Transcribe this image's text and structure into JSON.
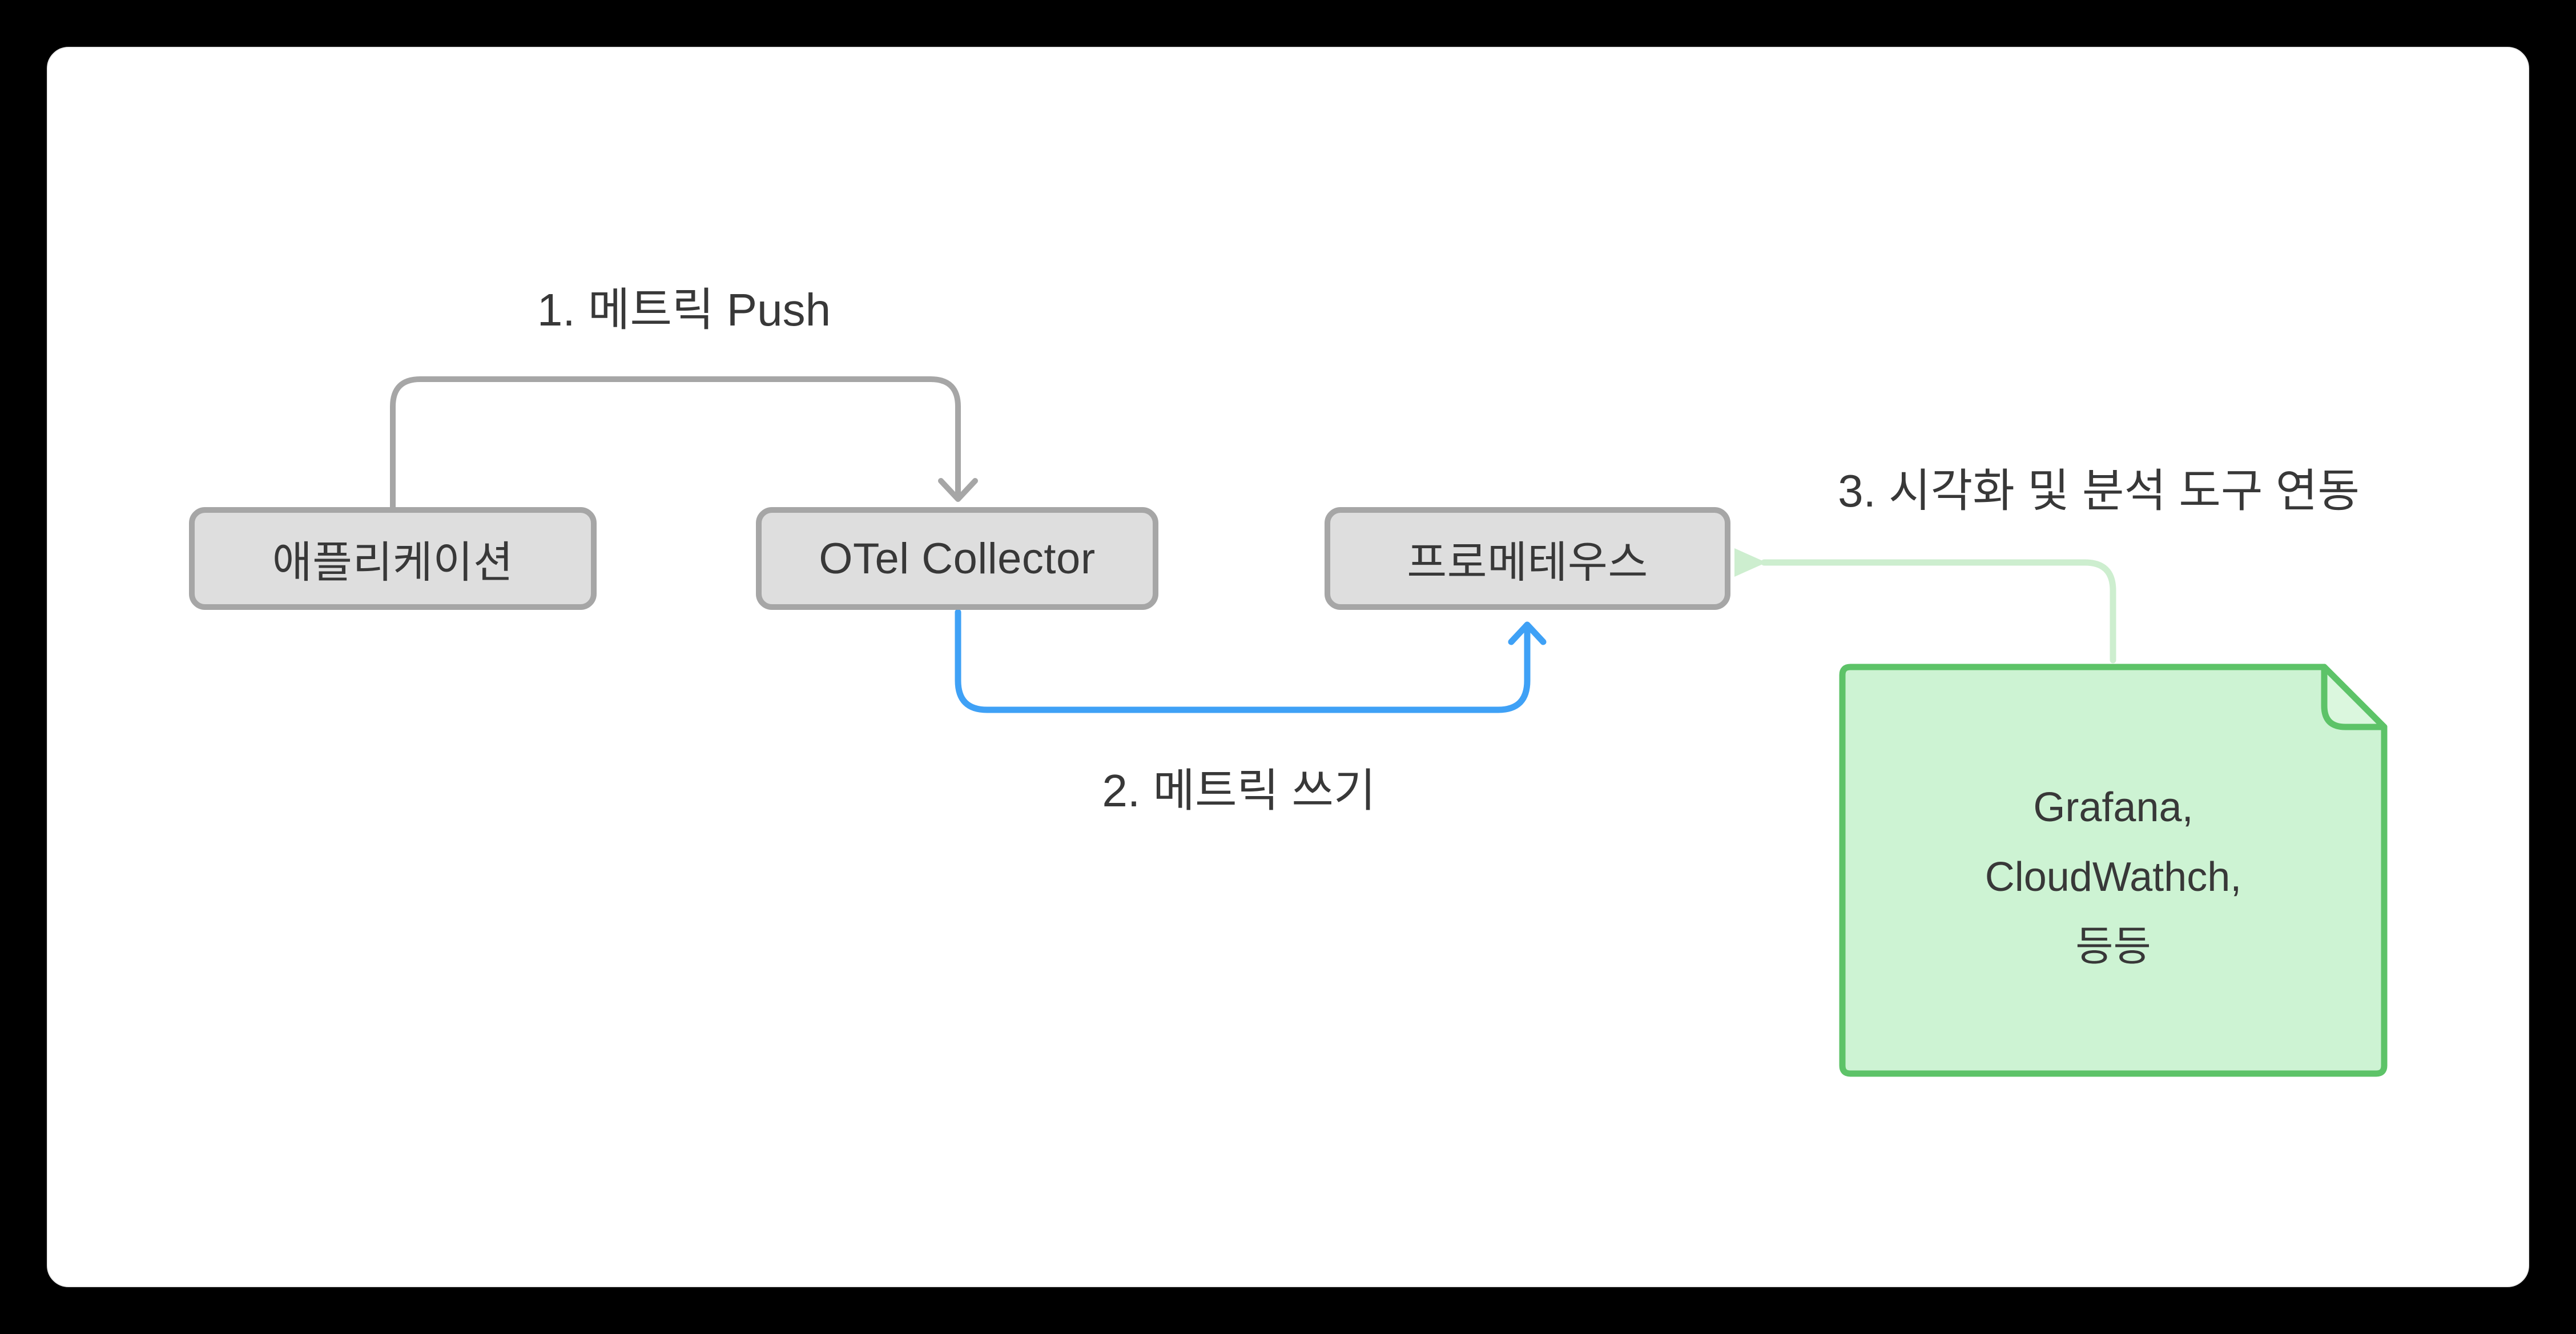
{
  "nodes": [
    {
      "id": "application",
      "label": "애플리케이션"
    },
    {
      "id": "otel-collector",
      "label": "OTel Collector"
    },
    {
      "id": "prometheus",
      "label": "프로메테우스"
    }
  ],
  "annotations": {
    "step1": "1. 메트릭 Push",
    "step2": "2. 메트릭 쓰기",
    "step3": "3. 시각화 및 분석 도구 연동"
  },
  "note": {
    "line1": "Grafana,",
    "line2": "CloudWathch,",
    "line3": "등등"
  },
  "colors": {
    "frame_bg": "#000000",
    "canvas_bg": "#ffffff",
    "node_fill": "#dedede",
    "node_border": "#a6a6a6",
    "connector_gray": "#a6a6a6",
    "connector_blue": "#3fa1f6",
    "connector_pale_green": "#cdeecf",
    "note_fill": "#cdf3d3",
    "note_flap_fill": "#dbf7de",
    "note_border": "#5dc368",
    "text_color": "#383838"
  }
}
